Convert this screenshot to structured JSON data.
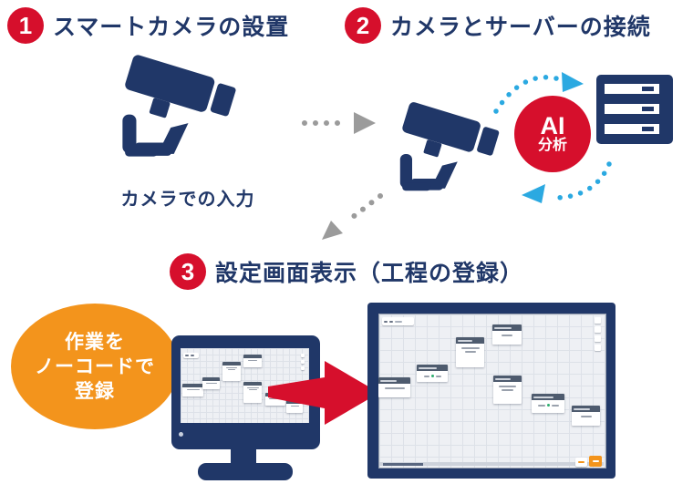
{
  "diagram": {
    "steps": [
      {
        "number": "1",
        "label": "スマートカメラの設置"
      },
      {
        "number": "2",
        "label": "カメラとサーバーの接続"
      },
      {
        "number": "3",
        "label": "設定画面表示（工程の登録）"
      }
    ],
    "camera_caption": "カメラでの入力",
    "ai_badge": {
      "line1": "AI",
      "line2": "分析"
    },
    "nocode_badge": {
      "line1": "作業を",
      "line2": "ノーコードで",
      "line3": "登録"
    },
    "colors": {
      "navy": "#203768",
      "red": "#d60f2c",
      "orange": "#f3941c",
      "blue": "#2ba9e1",
      "arrow_gray": "#9b9b9b",
      "node_header": "#4e5b6e",
      "grid_background": "#eef0f4",
      "green": "#2fae6f"
    }
  }
}
